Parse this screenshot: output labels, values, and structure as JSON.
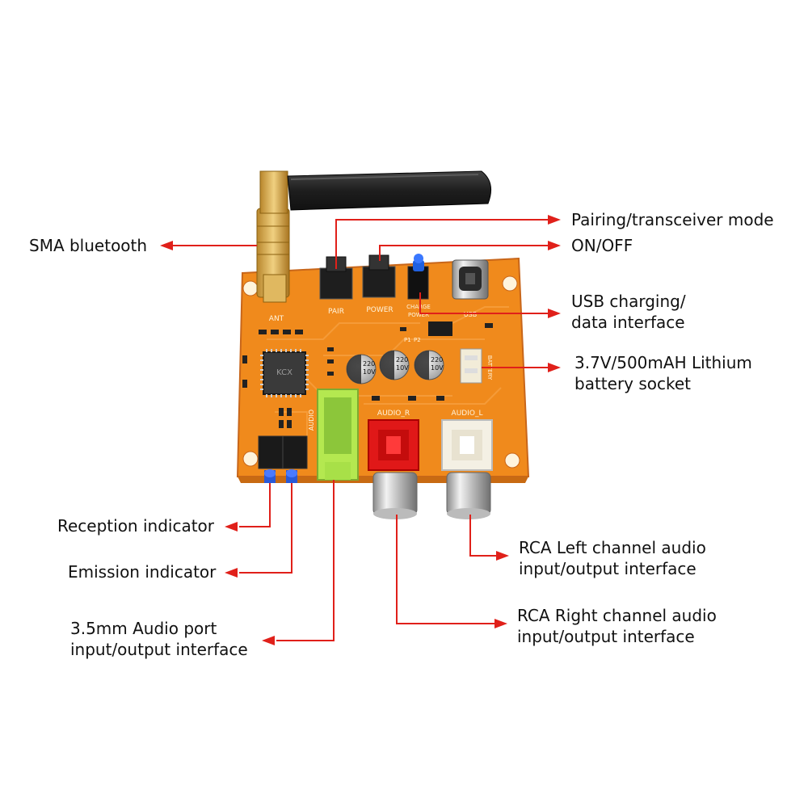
{
  "annotations": {
    "sma_bluetooth": "SMA bluetooth",
    "pairing": "Pairing/transceiver mode",
    "on_off": "ON/OFF",
    "usb_line1": "USB charging/",
    "usb_line2": "data interface",
    "battery_line1": "3.7V/500mAH Lithium",
    "battery_line2": "battery socket",
    "reception": "Reception indicator",
    "emission": "Emission indicator",
    "aux_line1": "3.5mm Audio port",
    "aux_line2": "input/output interface",
    "rca_left_line1": "RCA Left channel audio",
    "rca_left_line2": "input/output interface",
    "rca_right_line1": "RCA Right channel audio",
    "rca_right_line2": "input/output interface"
  },
  "board_silkscreen": {
    "pair": "PAIR",
    "power": "POWER",
    "charge": "CHARGE",
    "power_small": "POWER",
    "usb": "USB",
    "ant": "ANT",
    "battery": "BATTERY",
    "audio": "AUDIO",
    "audio_r": "AUDIO_R",
    "audio_l": "AUDIO_L",
    "cap_value": "220",
    "cap_voltage": "10V",
    "p1": "P1",
    "p2": "P2",
    "chip_mark": "KCX"
  },
  "colors": {
    "pcb": "#f08a1c",
    "arrow": "#e0201a",
    "rca_right": "#e01818",
    "rca_left": "#f4f0e4",
    "aux_jack": "#a8e048",
    "antenna": "#2a2a2a",
    "brass": "#d6a850"
  }
}
